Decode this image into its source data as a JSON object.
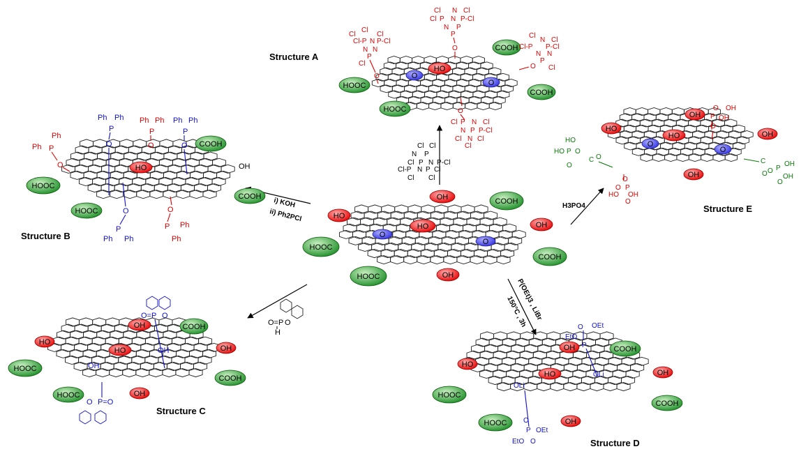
{
  "structures": {
    "a": {
      "label": "Structure A"
    },
    "b": {
      "label": "Structure B"
    },
    "c": {
      "label": "Structure C"
    },
    "d": {
      "label": "Structure D"
    },
    "e": {
      "label": "Structure E"
    }
  },
  "groups": {
    "hydroxyl": "OH",
    "hydroxyl_left": "HO",
    "carboxyl": "COOH",
    "carboxyl_left": "HOOC",
    "epoxide": "O",
    "ph": "Ph",
    "cl": "Cl",
    "n": "N",
    "p": "P",
    "oet": "OEt",
    "eto": "EtO",
    "oli": "OLi",
    "h": "H"
  },
  "reagents": {
    "to_a": "phosphazene (Cl6P3N3)",
    "to_b_1": "i) KOH",
    "to_b_2": "ii) Ph2PCl",
    "to_c": "DOPO",
    "to_d_1": "P(OEt)3 , LiBr",
    "to_d_2": "150°C , 3h",
    "to_e": "H3PO4"
  },
  "colors": {
    "hydroxyl_fill": "#e60000",
    "carboxyl_fill": "#1f8f2a",
    "epoxide_fill": "#3030e0",
    "red_text": "#e00000",
    "blue_text": "#1010d0",
    "green_text": "#0a7a0a"
  }
}
